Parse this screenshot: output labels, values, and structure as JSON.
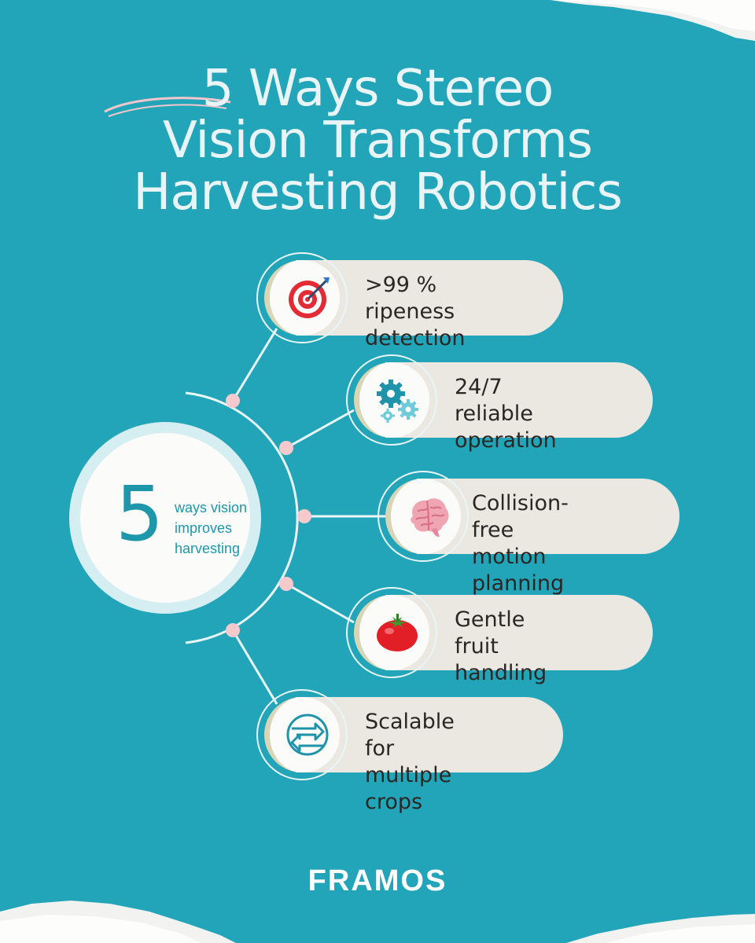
{
  "title": {
    "line1": "5 Ways Stereo",
    "line2": "Vision Transforms",
    "line3": "Harvesting Robotics"
  },
  "hub": {
    "number": "5",
    "text": "ways vision improves harvesting"
  },
  "items": [
    {
      "line1": ">99 % ripeness",
      "line2": "detection",
      "icon": "target-icon"
    },
    {
      "line1": "24/7 reliable",
      "line2": "operation",
      "icon": "gears-icon"
    },
    {
      "line1": "Collision-free",
      "line2": "motion planning",
      "icon": "brain-icon"
    },
    {
      "line1": "Gentle fruit",
      "line2": "handling",
      "icon": "tomato-icon"
    },
    {
      "line1": "Scalable for",
      "line2": "multiple crops",
      "icon": "scale-arrows-icon"
    }
  ],
  "brand": "FRAMOS",
  "colors": {
    "background": "#22a5b8",
    "accent_teal": "#1d97a9",
    "node_pink": "#f6c9cc",
    "pill": "#ebe8e2"
  }
}
